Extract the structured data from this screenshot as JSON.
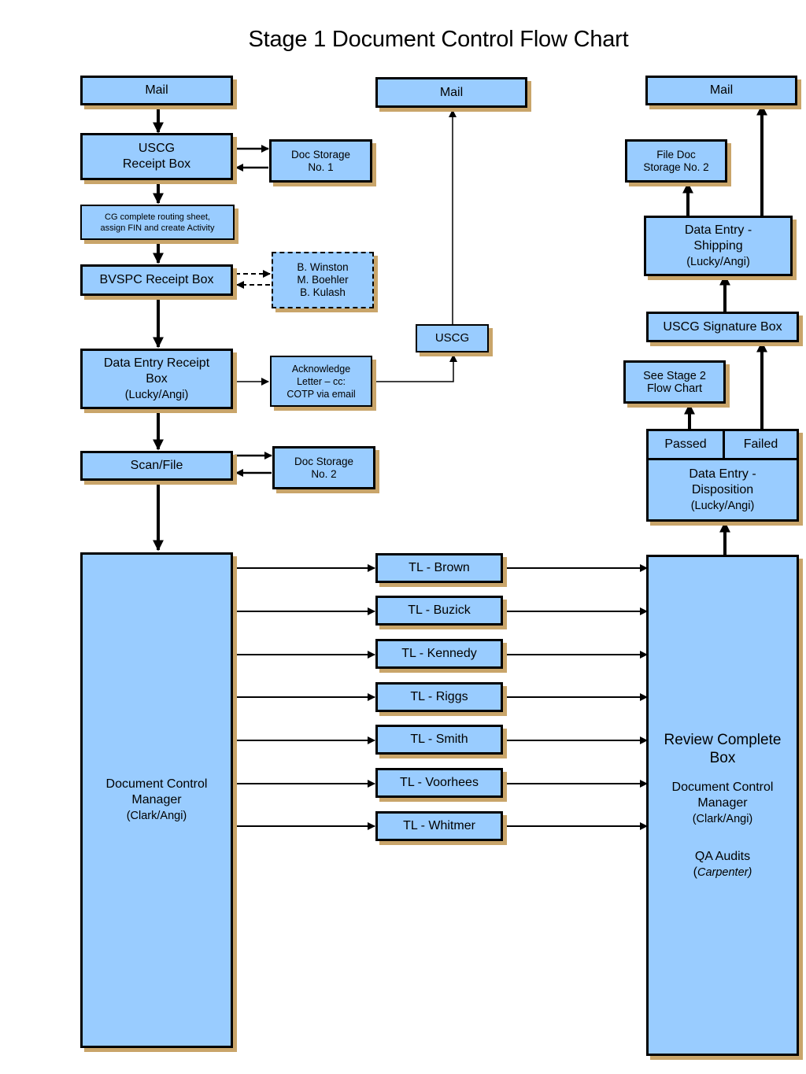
{
  "title": "Stage 1 Document Control Flow Chart",
  "nodes": {
    "mail_left": "Mail",
    "uscg_receipt": [
      "USCG",
      "Receipt Box"
    ],
    "doc_storage_1": [
      "Doc Storage",
      "No. 1"
    ],
    "cg_routing": [
      "CG complete routing sheet,",
      "assign FIN and create Activity"
    ],
    "bvspc_receipt": "BVSPC Receipt Box",
    "reviewers": [
      "B. Winston",
      "M. Boehler",
      "B. Kulash"
    ],
    "data_entry_receipt": [
      "Data Entry Receipt",
      "Box",
      "(Lucky/Angi)"
    ],
    "acknowledge_letter": [
      "Acknowledge",
      "Letter – cc:",
      "COTP via email"
    ],
    "scan_file": "Scan/File",
    "doc_storage_2": [
      "Doc Storage",
      "No. 2"
    ],
    "doc_control_manager": [
      "Document Control",
      "Manager",
      "(Clark/Angi)"
    ],
    "mail_middle": "Mail",
    "uscg_middle": "USCG",
    "team_leads": [
      "TL - Brown",
      "TL - Buzick",
      "TL - Kennedy",
      "TL - Riggs",
      "TL - Smith",
      "TL - Voorhees",
      "TL - Whitmer"
    ],
    "mail_right": "Mail",
    "file_doc_storage_2": [
      "File Doc",
      "Storage No. 2"
    ],
    "data_entry_shipping": [
      "Data Entry -",
      "Shipping",
      "(Lucky/Angi)"
    ],
    "uscg_signature": "USCG Signature Box",
    "see_stage_2": [
      "See Stage  2",
      "Flow Chart"
    ],
    "passed": "Passed",
    "failed": "Failed",
    "data_entry_disposition": [
      "Data Entry -",
      "Disposition",
      "(Lucky/Angi)"
    ],
    "review_complete": {
      "heading": [
        "Review Complete",
        "Box"
      ],
      "manager": [
        "Document Control",
        "Manager",
        "(Clark/Angi)"
      ],
      "qa": [
        "QA Audits",
        "(",
        "Carpenter)"
      ]
    }
  }
}
